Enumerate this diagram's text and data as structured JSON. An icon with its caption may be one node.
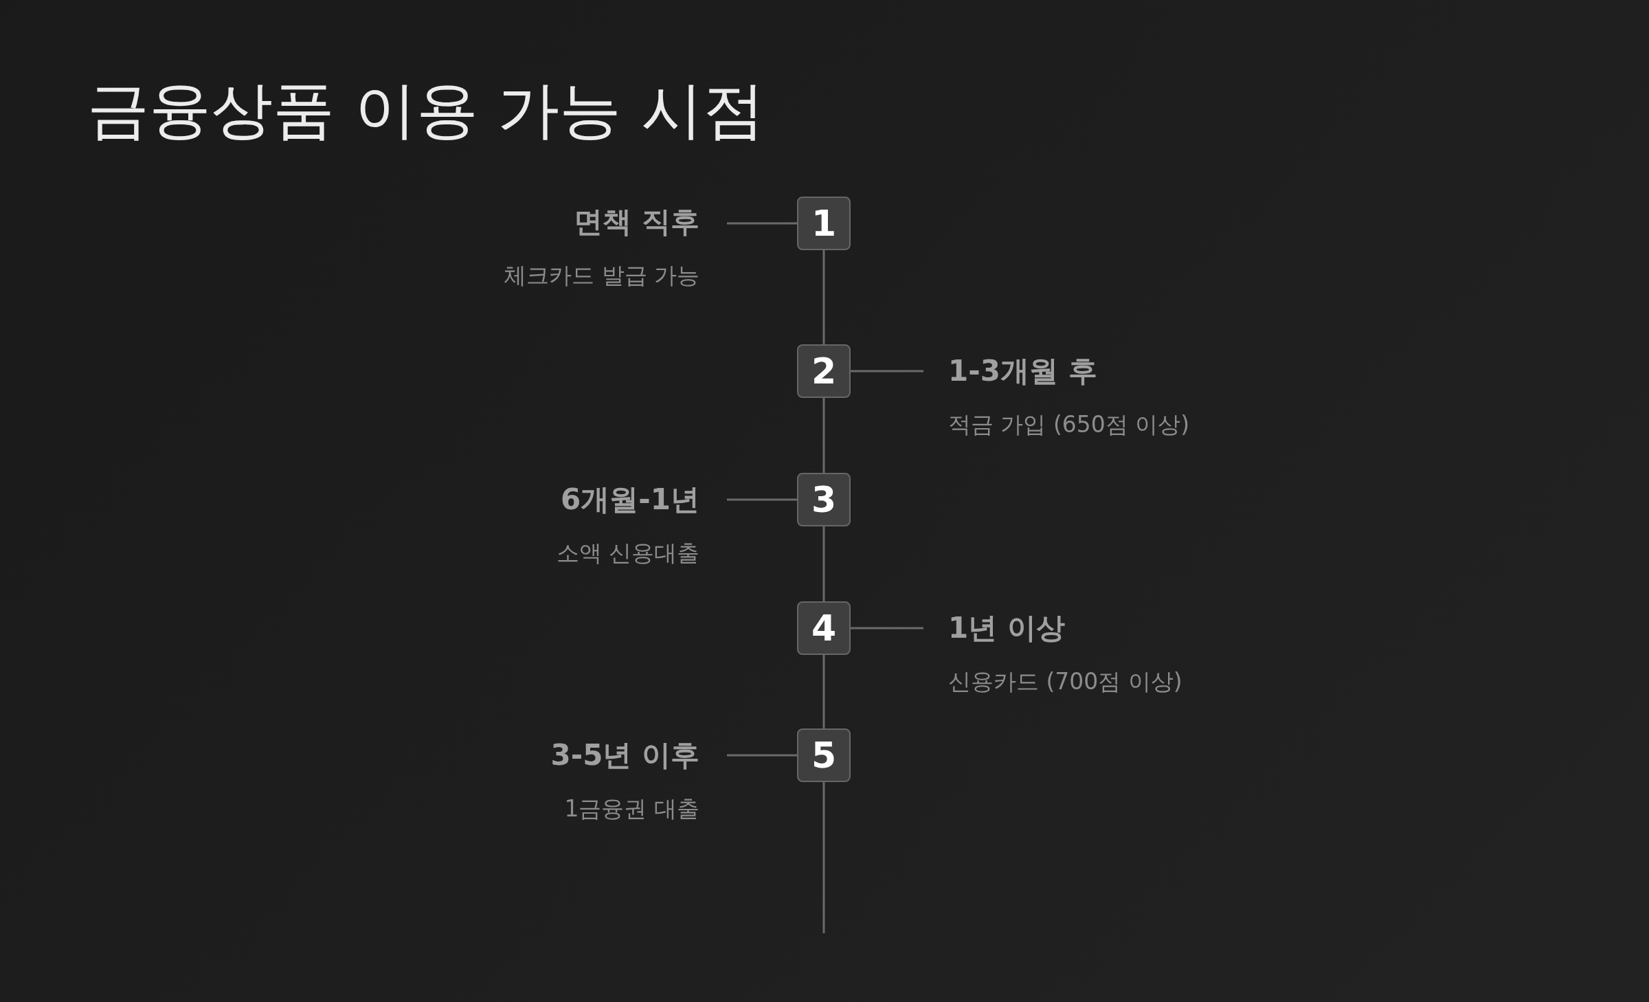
{
  "diagram": {
    "title": "금융상품 이용 가능 시점",
    "nodes": [
      {
        "text": [
          "면책 직후",
          "체크카드 발급 가능"
        ]
      },
      {
        "text": [
          "1"
        ]
      },
      {
        "text": [
          "2"
        ]
      },
      {
        "text": [
          "1-3개월 후",
          "적금 가입 (650점 이상)"
        ]
      },
      {
        "text": [
          "6개월-1년",
          "소액 신용대출"
        ]
      },
      {
        "text": [
          "3"
        ]
      },
      {
        "text": [
          "4"
        ]
      },
      {
        "text": [
          "1년 이상",
          "신용카드 (700점 이상)"
        ]
      },
      {
        "text": [
          "3-5년 이후",
          "1금융권 대출"
        ]
      },
      {
        "text": [
          "5"
        ]
      }
    ],
    "edges": [
      {
        "from": 0,
        "to": 1,
        "arrow": "none"
      },
      {
        "from": 1,
        "to": 2,
        "arrow": "none"
      },
      {
        "from": 2,
        "to": 3,
        "arrow": "none"
      },
      {
        "from": 2,
        "to": 5,
        "arrow": "none"
      },
      {
        "from": 4,
        "to": 5,
        "arrow": "none"
      },
      {
        "from": 5,
        "to": 6,
        "arrow": "none"
      },
      {
        "from": 6,
        "to": 7,
        "arrow": "none"
      },
      {
        "from": 6,
        "to": 9,
        "arrow": "none"
      },
      {
        "from": 8,
        "to": 9,
        "arrow": "none"
      },
      {
        "from": 9,
        "to": null,
        "arrow": "none"
      }
    ]
  }
}
